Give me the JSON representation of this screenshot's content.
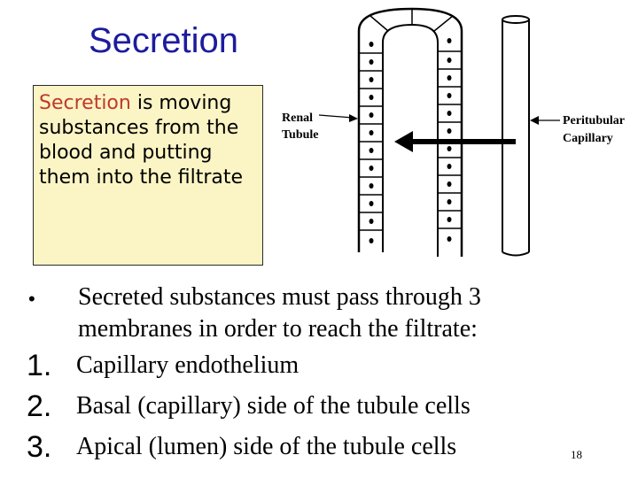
{
  "slide": {
    "title": "Secretion",
    "definition": {
      "keyword": "Secretion",
      "rest": " is moving substances from the blood and putting them into the filtrate"
    },
    "diagram": {
      "label_renal_line1": "Renal",
      "label_renal_line2": "Tubule",
      "label_peri_line1": "Peritubular",
      "label_peri_line2": "Capillary"
    },
    "bullets": [
      {
        "marker": "•",
        "text": "Secreted substances must pass through 3 membranes in order to reach the filtrate:"
      },
      {
        "marker": "1.",
        "text": "Capillary endothelium"
      },
      {
        "marker": "2.",
        "text": "Basal (capillary) side of the tubule cells"
      },
      {
        "marker": "3.",
        "text": "Apical (lumen) side of the tubule cells"
      }
    ],
    "page_number": "18"
  }
}
